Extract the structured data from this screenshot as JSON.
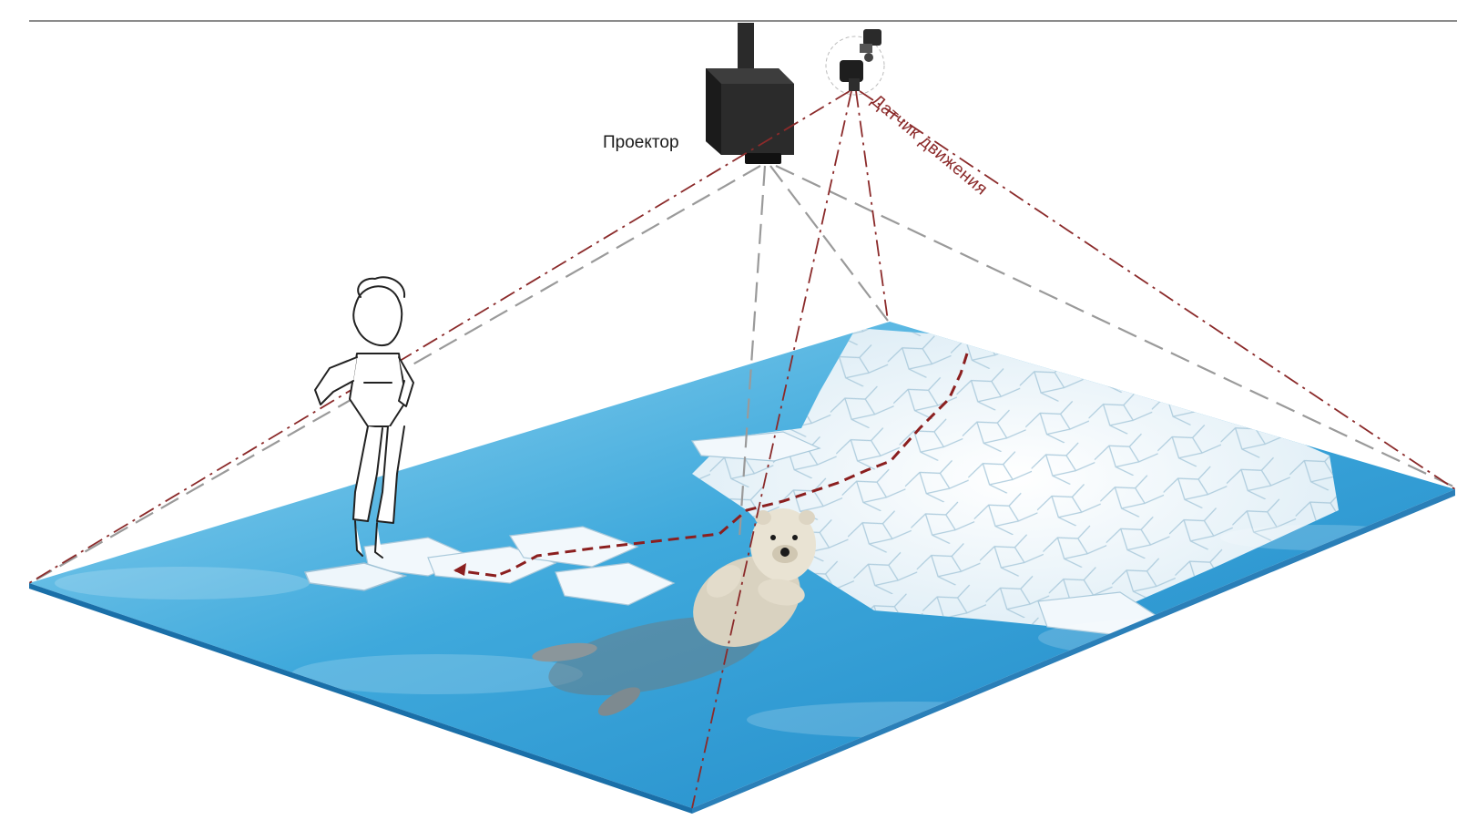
{
  "labels": {
    "projector": "Проектор",
    "motion_sensor": "Датчик движения"
  },
  "colors": {
    "ceiling_line": "#8c8c8c",
    "water_light": "#8fd3ee",
    "water_mid": "#3fa9dc",
    "water_dark": "#1d86c6",
    "ice": "#eef6fb",
    "ice_crack": "#9fc2d6",
    "projector_body": "#222222",
    "sensor_ray": "#8b2a2a",
    "projector_ray": "#9a9a9a",
    "label_text": "#1a1a1a",
    "sensor_label_text": "#8b2a2a"
  },
  "icons": {
    "projector": "projector-icon",
    "motion_sensor": "camera-icon",
    "person": "person-sketch",
    "polar_bear": "polar-bear",
    "movement_arrow": "arrow-left-icon"
  }
}
